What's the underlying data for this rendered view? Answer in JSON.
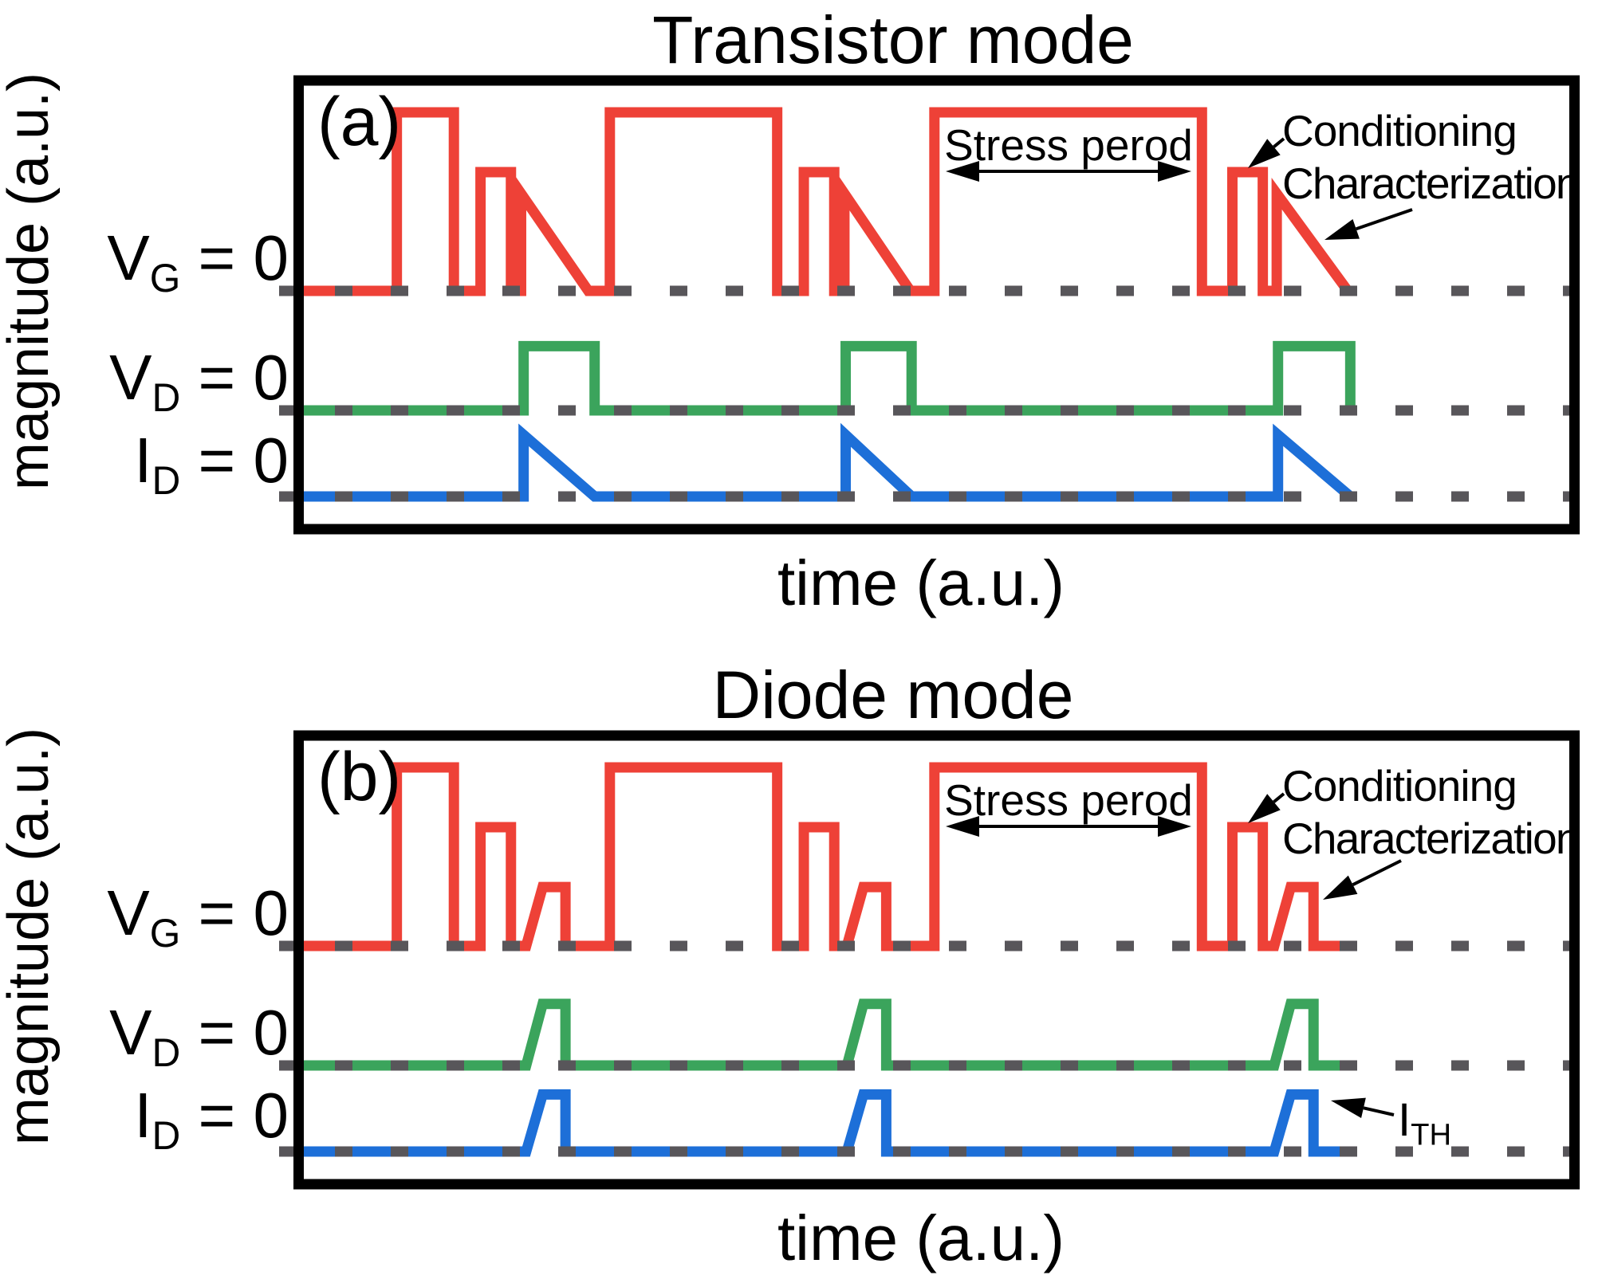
{
  "colors": {
    "vg_red": "#ee4137",
    "vd_green": "#3ba45c",
    "id_blue": "#1d6fd8",
    "zero_dash_gray": "#58565a",
    "frame_black": "#000000"
  },
  "chart_data": {
    "type": "line",
    "x_axis": "time (a.u.)",
    "y_axis": "magnitude (a.u.)",
    "grid": false,
    "legend": "none",
    "panels": [
      {
        "id": "a",
        "tag": "(a)",
        "title": "Transistor mode",
        "xlabel": "time (a.u.)",
        "ylabel": "magnitude (a.u.)",
        "xlim": [
          0,
          100
        ],
        "annotations": {
          "stress_period": "Stress perod",
          "conditioning": "Conditioning",
          "characterization": "Characterization"
        },
        "series": [
          {
            "name": "V_G",
            "baseline_label": {
              "main": "V",
              "sub": "G",
              "rest": " = 0"
            },
            "color_key": "vg_red",
            "points": [
              [
                -0.3,
                0
              ],
              [
                7.4,
                0
              ],
              [
                7.4,
                1
              ],
              [
                11.9,
                1
              ],
              [
                11.9,
                0
              ],
              [
                14,
                0
              ],
              [
                14,
                0.665
              ],
              [
                16.4,
                0.665
              ],
              [
                16.4,
                0
              ],
              [
                17.2,
                0
              ],
              [
                17.2,
                0.545
              ],
              [
                22.5,
                0
              ],
              [
                24.2,
                0
              ],
              [
                24.2,
                1
              ],
              [
                37.4,
                1
              ],
              [
                37.4,
                0
              ],
              [
                39.5,
                0
              ],
              [
                39.5,
                0.665
              ],
              [
                41.9,
                0.665
              ],
              [
                41.9,
                0
              ],
              [
                42.7,
                0
              ],
              [
                42.7,
                0.545
              ],
              [
                47.9,
                0
              ],
              [
                49.8,
                0
              ],
              [
                49.8,
                1
              ],
              [
                70.9,
                1
              ],
              [
                70.9,
                0
              ],
              [
                73.3,
                0
              ],
              [
                73.3,
                0.665
              ],
              [
                75.7,
                0.665
              ],
              [
                75.7,
                0
              ],
              [
                76.8,
                0
              ],
              [
                76.8,
                0.545
              ],
              [
                82.4,
                0
              ],
              [
                83.1,
                0
              ]
            ]
          },
          {
            "name": "V_D",
            "baseline_label": {
              "main": "V",
              "sub": "D",
              "rest": " = 0"
            },
            "color_key": "vd_green",
            "points": [
              [
                -0.3,
                0
              ],
              [
                17.4,
                0
              ],
              [
                17.4,
                0.36
              ],
              [
                23,
                0.36
              ],
              [
                23,
                0
              ],
              [
                42.8,
                0
              ],
              [
                42.8,
                0.36
              ],
              [
                48,
                0.36
              ],
              [
                48,
                0
              ],
              [
                76.9,
                0
              ],
              [
                76.9,
                0.36
              ],
              [
                82.6,
                0.36
              ],
              [
                82.6,
                0
              ],
              [
                83.1,
                0
              ]
            ]
          },
          {
            "name": "I_D",
            "baseline_label": {
              "main": "I",
              "sub": "D",
              "rest": " = 0"
            },
            "color_key": "id_blue",
            "points": [
              [
                -0.3,
                0
              ],
              [
                17.4,
                0
              ],
              [
                17.4,
                0.345
              ],
              [
                23,
                0
              ],
              [
                42.8,
                0
              ],
              [
                42.8,
                0.345
              ],
              [
                48,
                0
              ],
              [
                76.9,
                0
              ],
              [
                76.9,
                0.345
              ],
              [
                82.6,
                0
              ],
              [
                83.1,
                0
              ]
            ]
          }
        ]
      },
      {
        "id": "b",
        "tag": "(b)",
        "title": "Diode mode",
        "xlabel": "time (a.u.)",
        "ylabel": "magnitude (a.u.)",
        "xlim": [
          0,
          100
        ],
        "annotations": {
          "stress_period": "Stress perod",
          "conditioning": "Conditioning",
          "characterization": "Characterization",
          "threshold_current": {
            "main": "I",
            "sub": "TH"
          }
        },
        "series": [
          {
            "name": "V_G",
            "baseline_label": {
              "main": "V",
              "sub": "G",
              "rest": " = 0"
            },
            "color_key": "vg_red",
            "points": [
              [
                -0.3,
                0
              ],
              [
                7.4,
                0
              ],
              [
                7.4,
                1
              ],
              [
                11.9,
                1
              ],
              [
                11.9,
                0
              ],
              [
                14,
                0
              ],
              [
                14,
                0.665
              ],
              [
                16.4,
                0.665
              ],
              [
                16.4,
                0
              ],
              [
                17.6,
                0
              ],
              [
                18.9,
                0.33
              ],
              [
                20.7,
                0.33
              ],
              [
                20.7,
                0
              ],
              [
                24.2,
                0
              ],
              [
                24.2,
                1
              ],
              [
                37.4,
                1
              ],
              [
                37.4,
                0
              ],
              [
                39.5,
                0
              ],
              [
                39.5,
                0.665
              ],
              [
                41.9,
                0.665
              ],
              [
                41.9,
                0
              ],
              [
                42.9,
                0
              ],
              [
                44.2,
                0.33
              ],
              [
                46,
                0.33
              ],
              [
                46,
                0
              ],
              [
                49.8,
                0
              ],
              [
                49.8,
                1
              ],
              [
                70.9,
                1
              ],
              [
                70.9,
                0
              ],
              [
                73.3,
                0
              ],
              [
                73.3,
                0.665
              ],
              [
                75.7,
                0.665
              ],
              [
                75.7,
                0
              ],
              [
                76.6,
                0
              ],
              [
                77.9,
                0.33
              ],
              [
                79.7,
                0.33
              ],
              [
                79.7,
                0
              ],
              [
                83.1,
                0
              ]
            ]
          },
          {
            "name": "V_D",
            "baseline_label": {
              "main": "V",
              "sub": "D",
              "rest": " = 0"
            },
            "color_key": "vd_green",
            "points": [
              [
                -0.3,
                0
              ],
              [
                17.6,
                0
              ],
              [
                18.9,
                0.345
              ],
              [
                20.7,
                0.345
              ],
              [
                20.7,
                0
              ],
              [
                42.9,
                0
              ],
              [
                44.2,
                0.345
              ],
              [
                46,
                0.345
              ],
              [
                46,
                0
              ],
              [
                76.6,
                0
              ],
              [
                77.9,
                0.345
              ],
              [
                79.7,
                0.345
              ],
              [
                79.7,
                0
              ],
              [
                83.1,
                0
              ]
            ]
          },
          {
            "name": "I_D",
            "baseline_label": {
              "main": "I",
              "sub": "D",
              "rest": " = 0"
            },
            "color_key": "id_blue",
            "points": [
              [
                -0.3,
                0
              ],
              [
                17.6,
                0
              ],
              [
                18.9,
                0.32
              ],
              [
                20.7,
                0.32
              ],
              [
                20.7,
                0
              ],
              [
                42.9,
                0
              ],
              [
                44.2,
                0.32
              ],
              [
                46,
                0.32
              ],
              [
                46,
                0
              ],
              [
                76.6,
                0
              ],
              [
                77.9,
                0.32
              ],
              [
                79.7,
                0.32
              ],
              [
                79.7,
                0
              ],
              [
                83.1,
                0
              ]
            ]
          }
        ]
      }
    ]
  }
}
